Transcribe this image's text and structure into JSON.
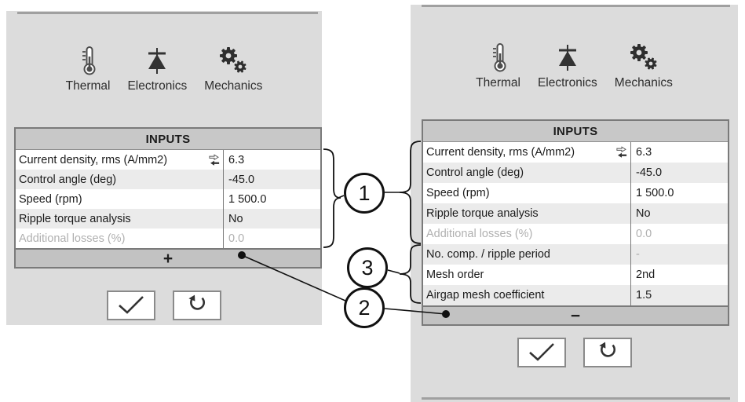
{
  "colors": {
    "panel_bg": "#dcdcdc",
    "table_header_bg": "#c8c8c8",
    "row_stripe": "#ebebeb",
    "disabled_text": "#b0b0b0",
    "border": "#7a7a7a"
  },
  "callouts": {
    "c1": "1",
    "c2": "2",
    "c3": "3"
  },
  "left_panel": {
    "tabs": [
      {
        "label": "Thermal",
        "icon": "thermometer-icon"
      },
      {
        "label": "Electronics",
        "icon": "diode-icon"
      },
      {
        "label": "Mechanics",
        "icon": "gears-icon"
      }
    ],
    "table": {
      "title": "INPUTS",
      "rows": [
        {
          "label": "Current density, rms (A/mm2)",
          "value": "6.3"
        },
        {
          "label": "Control angle (deg)",
          "value": "-45.0"
        },
        {
          "label": "Speed (rpm)",
          "value": "1 500.0"
        },
        {
          "label": "Ripple torque analysis",
          "value": "No"
        },
        {
          "label": "Additional losses (%)",
          "value": "0.0"
        }
      ],
      "expand_label": "+"
    },
    "buttons": {
      "apply_icon": "check-icon",
      "reset_icon": "reset-icon"
    }
  },
  "right_panel": {
    "tabs": [
      {
        "label": "Thermal",
        "icon": "thermometer-icon"
      },
      {
        "label": "Electronics",
        "icon": "diode-icon"
      },
      {
        "label": "Mechanics",
        "icon": "gears-icon"
      }
    ],
    "table": {
      "title": "INPUTS",
      "rows": [
        {
          "label": "Current density, rms (A/mm2)",
          "value": "6.3"
        },
        {
          "label": "Control angle (deg)",
          "value": "-45.0"
        },
        {
          "label": "Speed (rpm)",
          "value": "1 500.0"
        },
        {
          "label": "Ripple torque analysis",
          "value": "No"
        },
        {
          "label": "Additional losses (%)",
          "value": "0.0"
        },
        {
          "label": "No. comp. / ripple period",
          "value": "-"
        },
        {
          "label": "Mesh order",
          "value": "2nd"
        },
        {
          "label": "Airgap mesh coefficient",
          "value": "1.5"
        }
      ],
      "collapse_label": "−"
    },
    "buttons": {
      "apply_icon": "check-icon",
      "reset_icon": "reset-icon"
    }
  }
}
